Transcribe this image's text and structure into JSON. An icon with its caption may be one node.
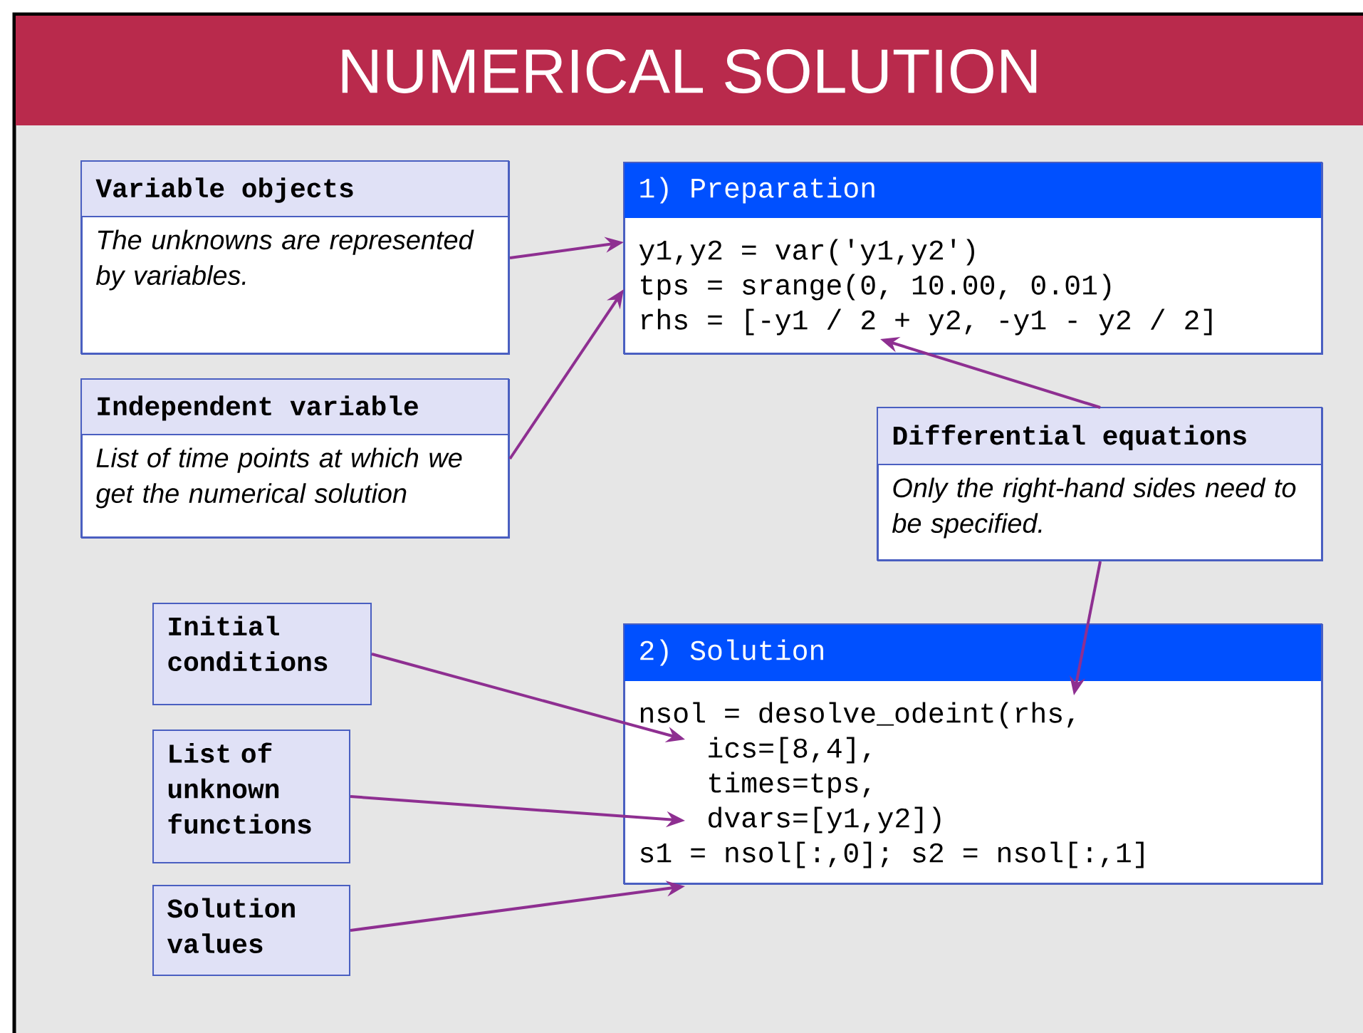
{
  "diagram": {
    "title": "NUMERICAL SOLUTION",
    "nodes": [
      {
        "text": [
          "Variable objects",
          "The unknowns are represented by variables."
        ]
      },
      {
        "text": [
          "Independent variable",
          "List of time points at which we get the numerical solution"
        ]
      },
      {
        "text": [
          "1) Preparation",
          "y1,y2 = var('y1,y2')",
          "tps = srange(0, 10.00, 0.01)",
          "rhs = [-y1 / 2 + y2, -y1 - y2 / 2]"
        ]
      },
      {
        "text": [
          "Differential equations",
          "Only the right-hand sides need to be specified."
        ]
      },
      {
        "text": [
          "Initial conditions"
        ]
      },
      {
        "text": [
          "List of unknown functions"
        ]
      },
      {
        "text": [
          "2) Solution",
          "nsol = desolve_odeint(rhs,",
          "ics=[8,4],",
          "times=tps,",
          "dvars=[y1,y2])",
          "s1 = nsol[:,0]; s2 = nsol[:,1]"
        ]
      },
      {
        "text": [
          "Solution values"
        ]
      }
    ],
    "edges": [
      {
        "from": 0,
        "to": 2,
        "arrow": "to"
      },
      {
        "from": 1,
        "to": 2,
        "arrow": "to"
      },
      {
        "from": 3,
        "to": 2,
        "arrow": "to"
      },
      {
        "from": 3,
        "to": 6,
        "arrow": "to"
      },
      {
        "from": 4,
        "to": 6,
        "arrow": "to"
      },
      {
        "from": 5,
        "to": 6,
        "arrow": "to"
      },
      {
        "from": 7,
        "to": 6,
        "arrow": "to"
      }
    ]
  }
}
